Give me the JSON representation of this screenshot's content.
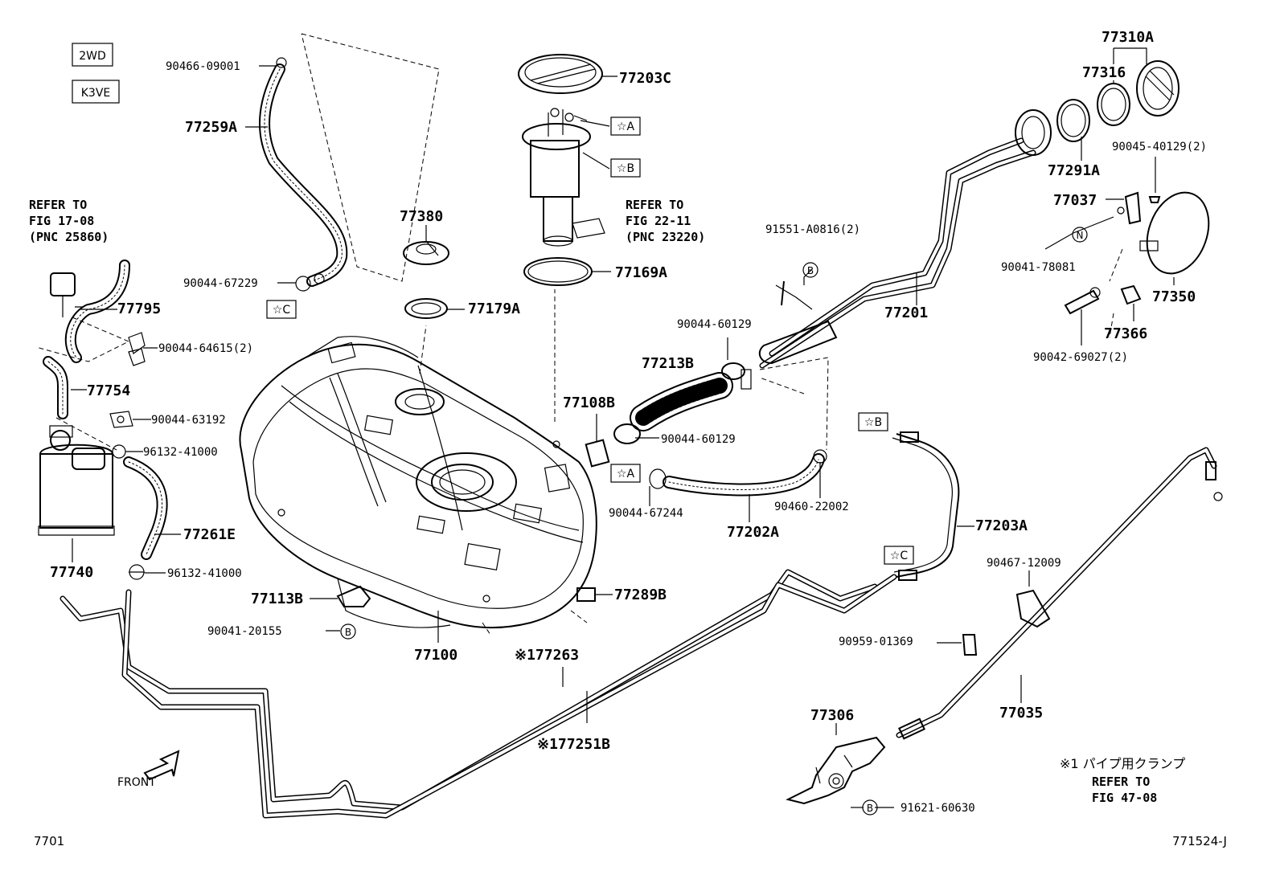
{
  "header": {
    "drive": "2WD",
    "engine": "K3VE"
  },
  "refs": {
    "ref1": [
      "REFER TO",
      "FIG 17-08",
      "(PNC 25860)"
    ],
    "ref2": [
      "REFER TO",
      "FIG 22-11",
      "(PNC 23220)"
    ],
    "ref3_note": "※1 パイプ用クランプ",
    "ref3": [
      "REFER TO",
      "FIG 47-08"
    ]
  },
  "tags": {
    "a": "☆A",
    "b": "☆B",
    "c": "☆C",
    "circle_b": "B",
    "circle_n": "N"
  },
  "parts": {
    "p77310A": "77310A",
    "p77316": "77316",
    "p77291A": "77291A",
    "p90045": "90045-40129(2)",
    "p77037": "77037",
    "p90041_78081": "90041-78081",
    "p77350": "77350",
    "p77366": "77366",
    "p90042": "90042-69027(2)",
    "p91551": "91551-A0816(2)",
    "p77201": "77201",
    "p90044_60129a": "90044-60129",
    "p77213B": "77213B",
    "p90044_60129b": "90044-60129",
    "p77108B": "77108B",
    "p90044_67244": "90044-67244",
    "p77202A": "77202A",
    "p90460": "90460-22002",
    "p77203A": "77203A",
    "p90467": "90467-12009",
    "p90959": "90959-01369",
    "p77035": "77035",
    "p77306": "77306",
    "p91621": "91621-60630",
    "p77203C": "77203C",
    "p77169A": "77169A",
    "p77380": "77380",
    "p77179A": "77179A",
    "p90466": "90466-09001",
    "p77259A": "77259A",
    "p90044_67229": "90044-67229",
    "p77795": "77795",
    "p90044_64615": "90044-64615(2)",
    "p77754": "77754",
    "p90044_63192": "90044-63192",
    "p96132a": "96132-41000",
    "p77261E": "77261E",
    "p77740": "77740",
    "p96132b": "96132-41000",
    "p77113B": "77113B",
    "p90041_20155": "90041-20155",
    "p77100": "77100",
    "p77289B": "77289B",
    "p77263": "※177263",
    "p77251B": "※177251B"
  },
  "footer": {
    "front": "FRONT",
    "fig_code": "7701",
    "drawing_no": "771524-J"
  }
}
